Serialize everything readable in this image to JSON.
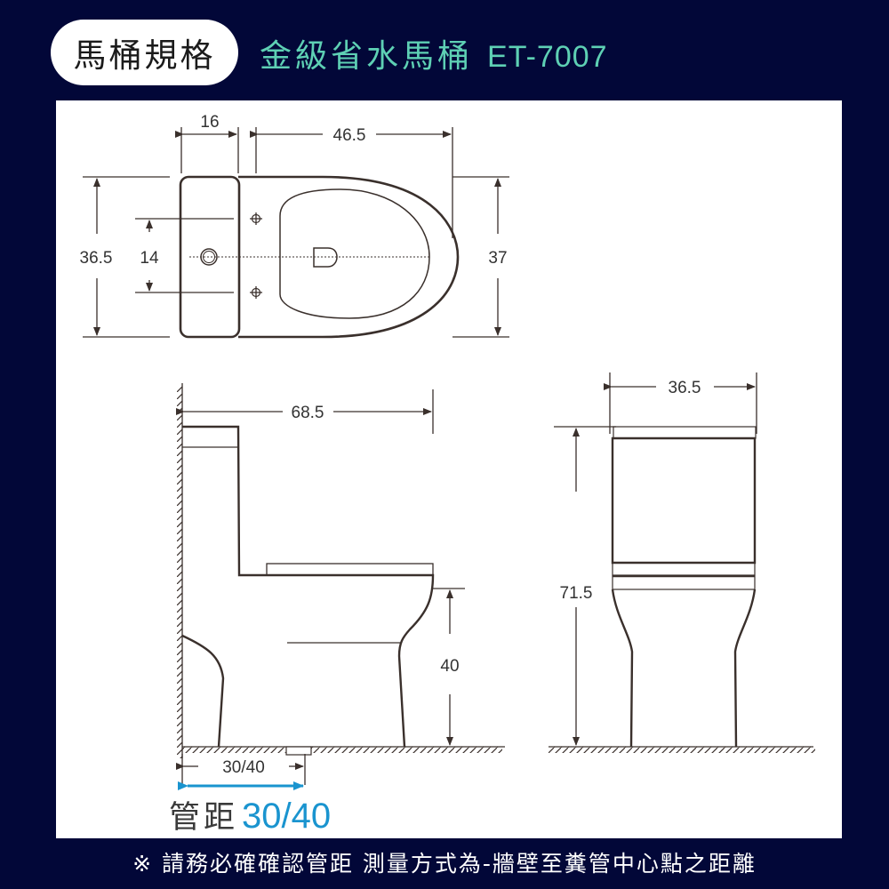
{
  "header": {
    "badge": "馬桶規格",
    "title": "金級省水馬桶",
    "model": "ET-7007"
  },
  "colors": {
    "background": "#020738",
    "accent_teal": "#5ed0b4",
    "accent_blue": "#1a94cf",
    "line": "#3a302c"
  },
  "top_view": {
    "tank_depth": "16",
    "bowl_length": "46.5",
    "tank_width": "36.5",
    "mount_spacing": "14",
    "bowl_width": "37"
  },
  "side_view": {
    "total_depth": "68.5",
    "seat_height": "40",
    "rough_in": "30/40"
  },
  "front_view": {
    "width": "36.5",
    "height": "71.5"
  },
  "pipe_distance": {
    "label": "管距",
    "value": "30/40"
  },
  "footer": {
    "note": "※ 請務必確確認管距 測量方式為-牆壁至糞管中心點之距離"
  }
}
